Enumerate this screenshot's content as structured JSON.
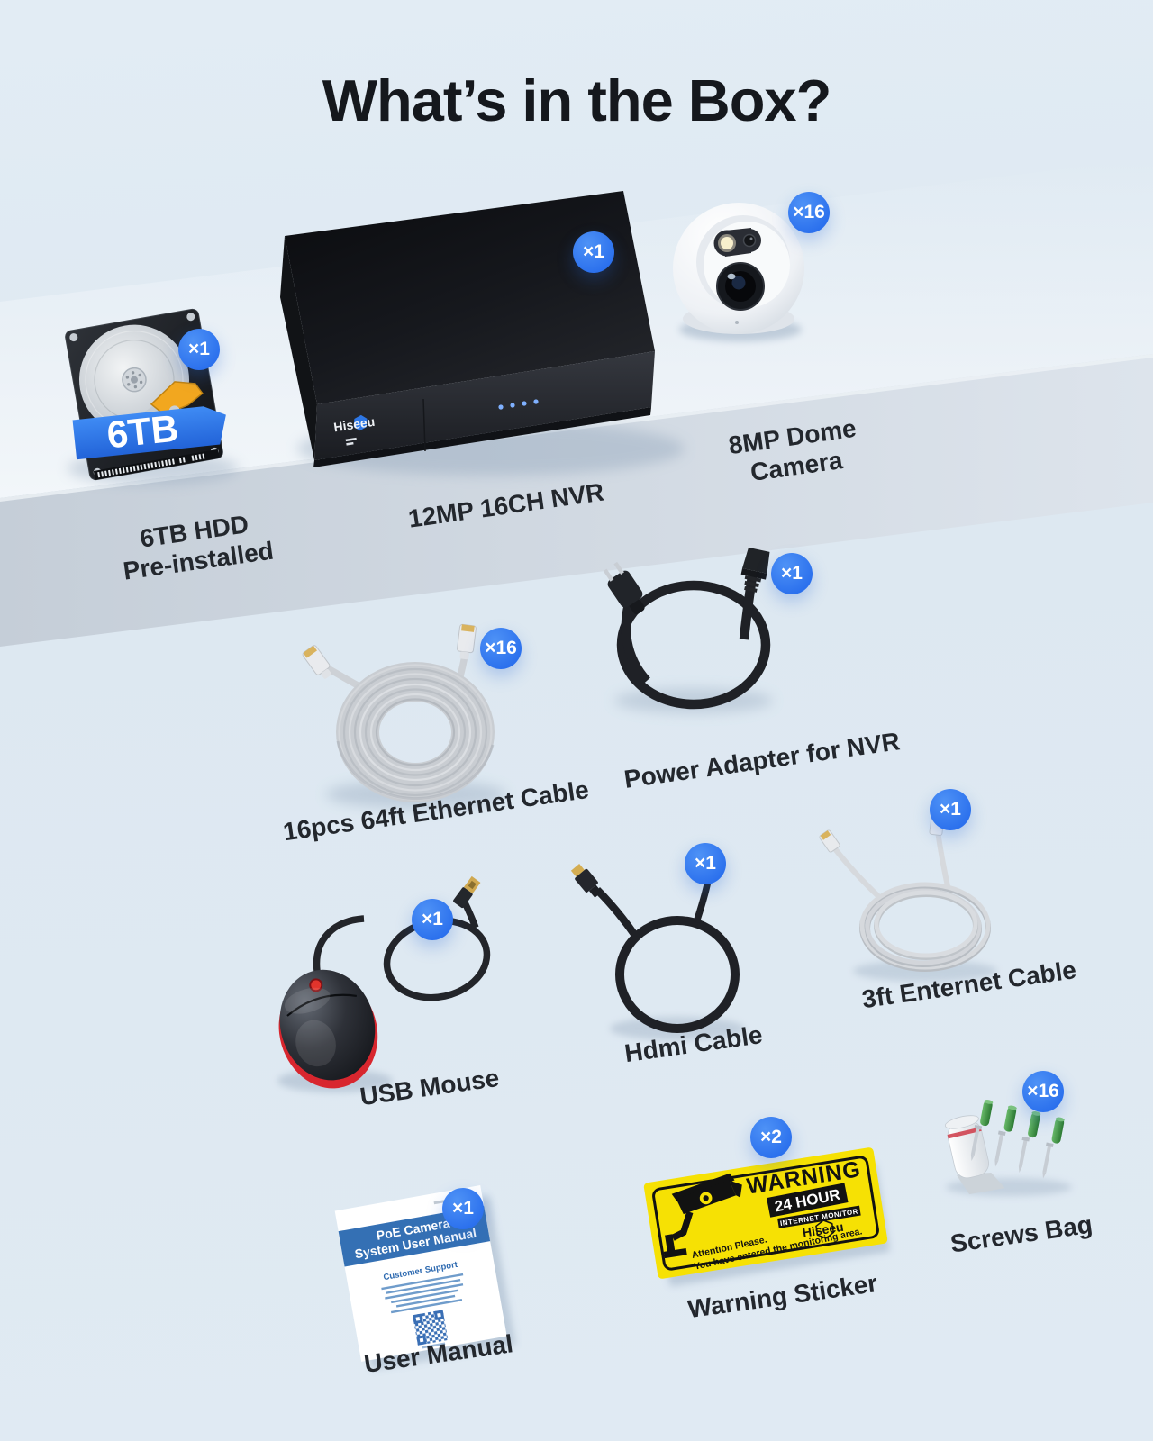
{
  "title": "What’s in the Box?",
  "colors": {
    "background": "#dfe9f2",
    "band": "#ccd5de",
    "badge_blue": "#2f7cf0",
    "accent_blue": "#2e7bf0",
    "sticker_yellow": "#f8e400",
    "label_text": "#23272d"
  },
  "items": [
    {
      "name": "6TB HDD Pre-installed",
      "label_line1": "6TB HDD",
      "label_line2": "Pre-installed",
      "qty": "×1"
    },
    {
      "name": "12MP 16CH NVR",
      "label": "12MP 16CH NVR",
      "qty": "×1"
    },
    {
      "name": "8MP Dome Camera",
      "label_line1": "8MP Dome",
      "label_line2": "Camera",
      "qty": "×16"
    },
    {
      "name": "16pcs 64ft Ethernet Cable",
      "label": "16pcs 64ft Ethernet Cable",
      "qty": "×16"
    },
    {
      "name": "Power Adapter for NVR",
      "label": "Power Adapter for NVR",
      "qty": "×1"
    },
    {
      "name": "USB Mouse",
      "label": "USB Mouse",
      "qty": "×1"
    },
    {
      "name": "Hdmi Cable",
      "label": "Hdmi Cable",
      "qty": "×1"
    },
    {
      "name": "3ft Enternet Cable",
      "label": "3ft Enternet Cable",
      "qty": "×1"
    },
    {
      "name": "Warning Sticker",
      "label": "Warning Sticker",
      "qty": "×2"
    },
    {
      "name": "Screws Bag",
      "label": "Screws Bag",
      "qty": "×16"
    },
    {
      "name": "User Manual",
      "label": "User Manual",
      "qty": "×1"
    }
  ],
  "graphics": {
    "hdd_capacity": "6TB",
    "nvr_brand": "Hiseeu",
    "sticker": {
      "warning": "WARNING",
      "hour": "24 HOUR",
      "monitor": "INTERNET MONITOR",
      "brand": "Hiseeu",
      "line1": "Attention Please.",
      "line2": "You have entered the monitoring area."
    },
    "manual": {
      "title_line1": "PoE Camera",
      "title_line2": "System User Manual",
      "support": "Customer Support"
    }
  }
}
